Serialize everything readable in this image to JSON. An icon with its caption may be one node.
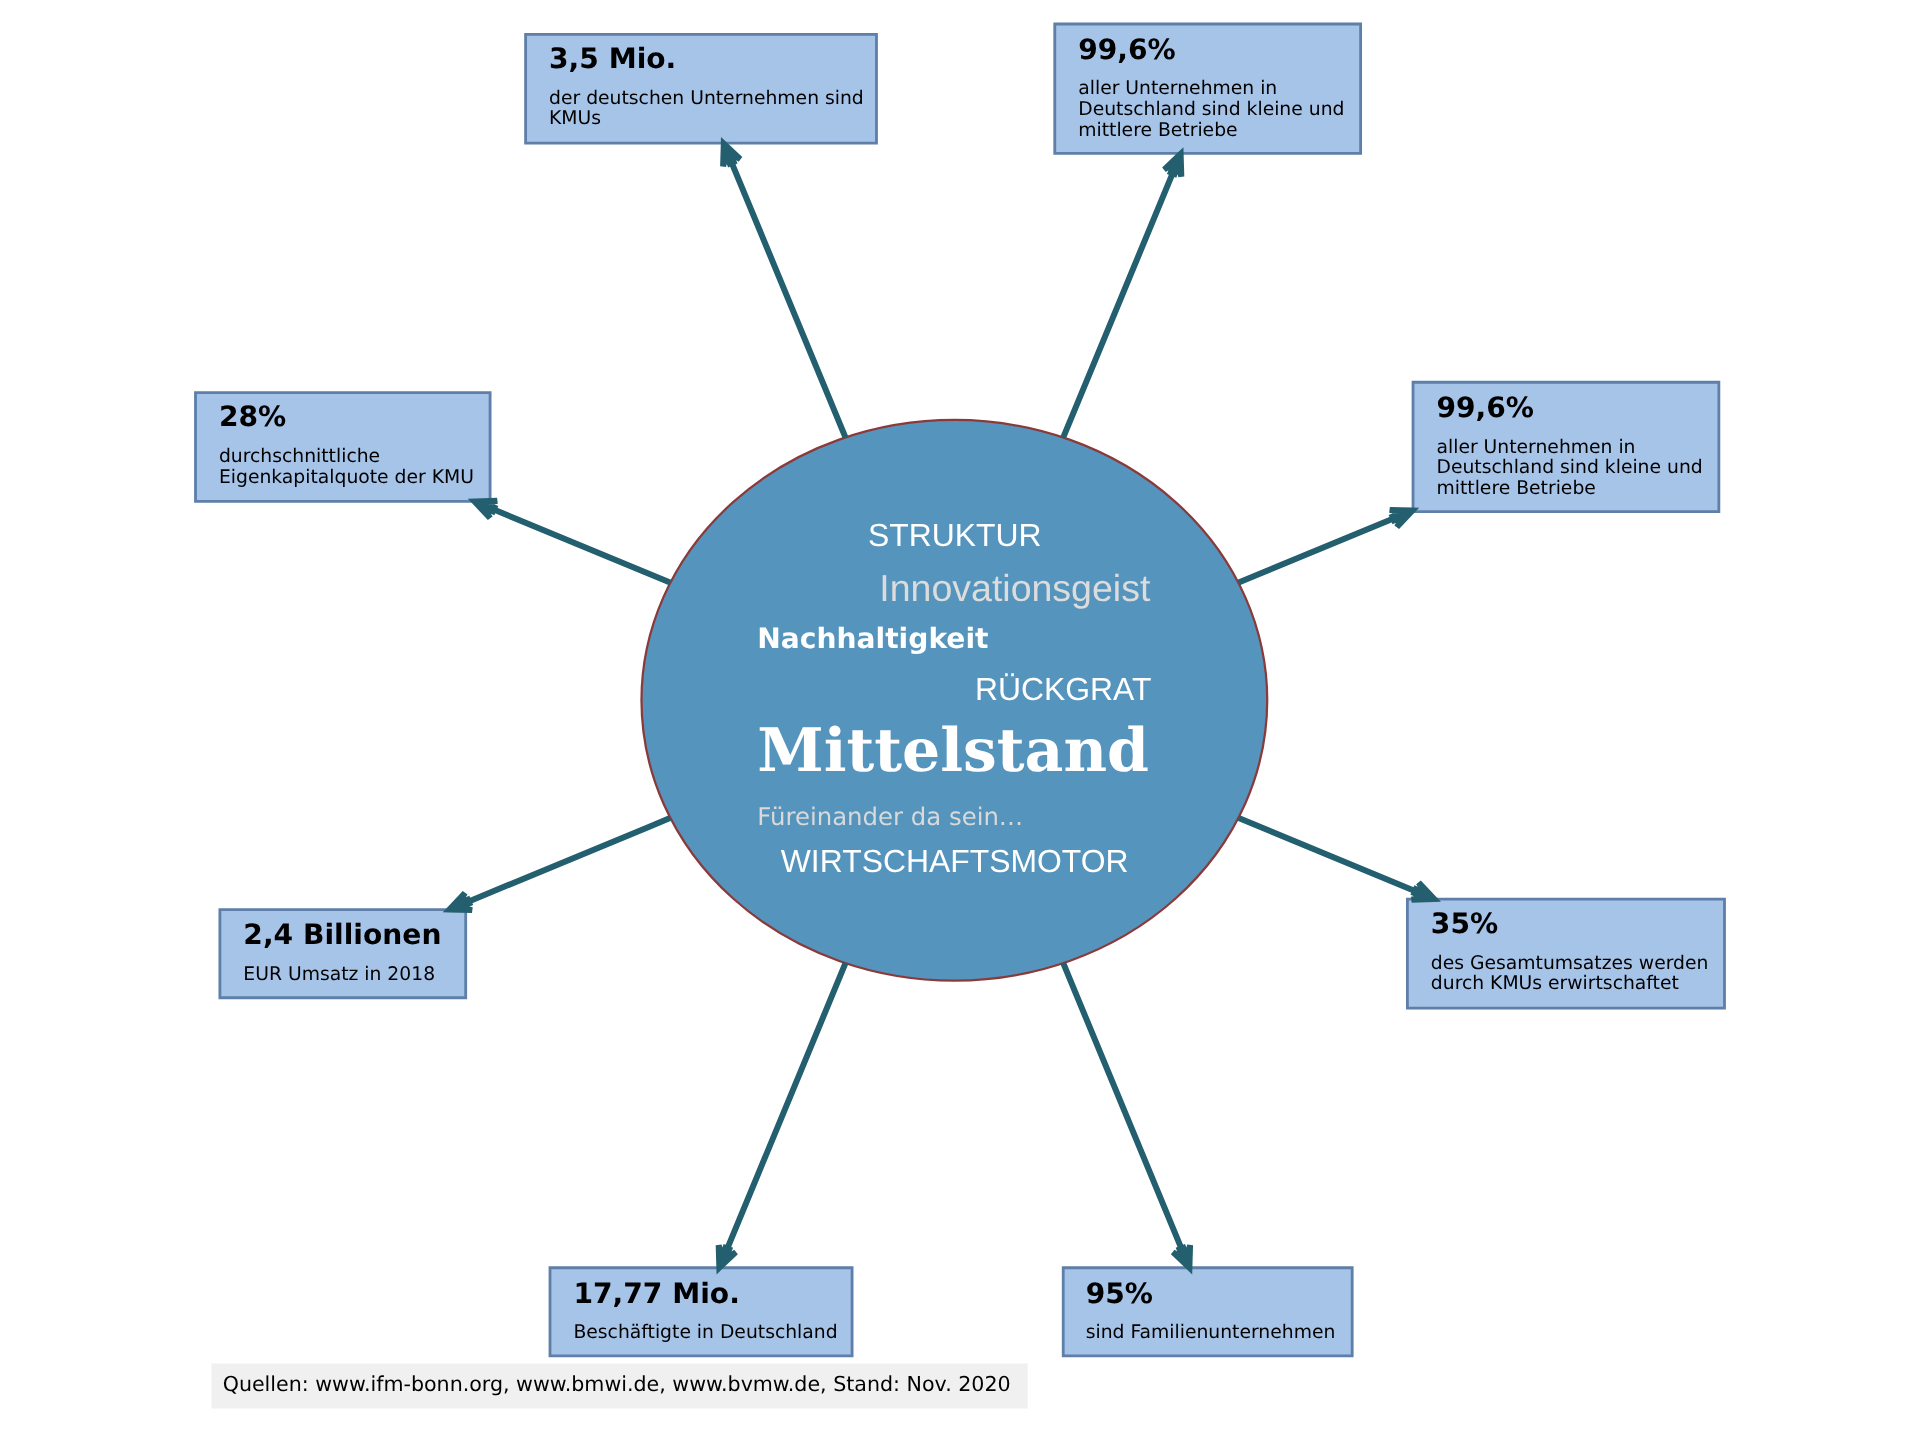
{
  "diagram": {
    "nodes": [
      {
        "text": [
          "STRUKTUR",
          "Innovationsgeist",
          "Nachhaltigkeit",
          "RÜCKGRAT",
          "Mittelstand",
          "Füreinander da sein…",
          "WIRTSCHAFTSMOTOR"
        ]
      },
      {
        "text": [
          "99,6%",
          "aller Unternehmen in Deutschland sind kleine und mittlere Betriebe"
        ]
      },
      {
        "text": [
          "3,5 Mio.",
          "der deutschen Unternehmen sind KMUs"
        ]
      },
      {
        "text": [
          "99,6%",
          "aller Unternehmen in Deutschland sind kleine und mittlere Betriebe"
        ]
      },
      {
        "text": [
          "28%",
          "durchschnittliche Eigenkapitalquote der KMU"
        ]
      },
      {
        "text": [
          "35%",
          "des Gesamtumsatzes werden durch KMUs erwirtschaftet"
        ]
      },
      {
        "text": [
          "2,4 Billionen",
          "EUR Umsatz in 2018"
        ]
      },
      {
        "text": [
          "95%",
          "sind Familienunternehmen"
        ]
      },
      {
        "text": [
          "17,77 Mio.",
          "Beschäftigte in Deutschland"
        ]
      }
    ],
    "edges": [
      {
        "from": 0,
        "to": 1,
        "arrow": "to"
      },
      {
        "from": 0,
        "to": 2,
        "arrow": "to"
      },
      {
        "from": 0,
        "to": 3,
        "arrow": "to"
      },
      {
        "from": 0,
        "to": 4,
        "arrow": "to"
      },
      {
        "from": 0,
        "to": 5,
        "arrow": "to"
      },
      {
        "from": 0,
        "to": 6,
        "arrow": "to"
      },
      {
        "from": 0,
        "to": 7,
        "arrow": "to"
      },
      {
        "from": 0,
        "to": 8,
        "arrow": "to"
      }
    ],
    "caption": "Quellen: www.ifm-bonn.org, www.bmwi.de, www.bvmw.de, Stand: Nov. 2020"
  }
}
